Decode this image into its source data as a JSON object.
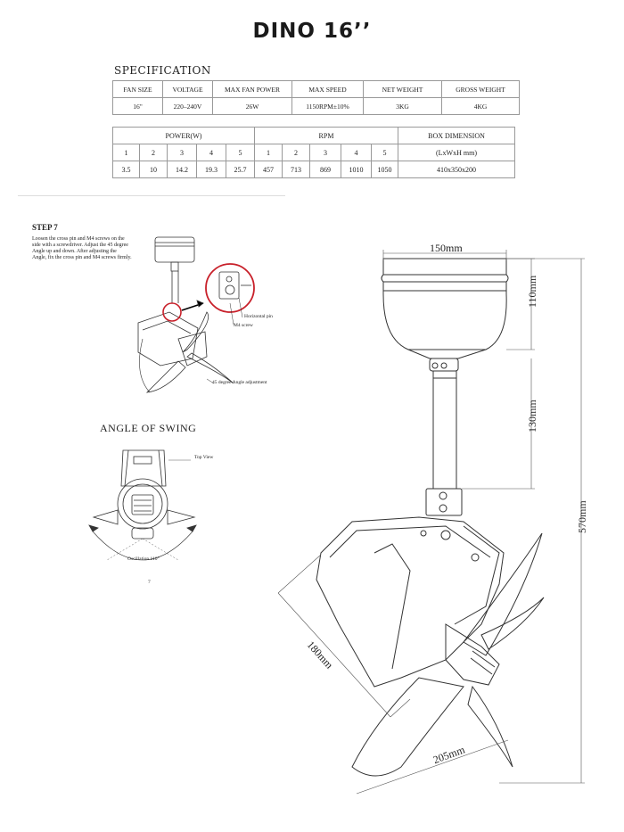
{
  "title": "DINO 16’’",
  "specification": {
    "heading": "SPECIFICATION",
    "headers": [
      "FAN SIZE",
      "VOLTAGE",
      "MAX FAN POWER",
      "MAX SPEED",
      "NET WEIGHT",
      "GROSS WEIGHT"
    ],
    "values": [
      "16\"",
      "220–240V",
      "26W",
      "1150RPM±10%",
      "3KG",
      "4KG"
    ],
    "power_label": "POWER(W)",
    "rpm_label": "RPM",
    "box_label": "BOX DIMENSION",
    "box_unit": "(LxWxH mm)",
    "levels": [
      "1",
      "2",
      "3",
      "4",
      "5",
      "1",
      "2",
      "3",
      "4",
      "5"
    ],
    "power_values": [
      "3.5",
      "10",
      "14.2",
      "19.3",
      "25.7"
    ],
    "rpm_values": [
      "457",
      "713",
      "869",
      "1010",
      "1050"
    ],
    "box_value": "410x350x200"
  },
  "step7": {
    "title": "STEP 7",
    "text": "Loosen the cross pin and M4 screws on the side with a screwdriver. Adjust the 45 degree Angle up and down. After adjusting the Angle, fix the cross pin and M4 screws firmly.",
    "label_pin": "Horizontal pin",
    "label_screw": "M4 screw",
    "label_angle": "45 degree Angle adjustment"
  },
  "swing": {
    "heading": "ANGLE OF SWING",
    "top_view": "Top View",
    "oscillation": "Oscillation 110°",
    "page_no": "7"
  },
  "dimensions": {
    "width_top": "150mm",
    "h_canopy": "110mm",
    "h_rod": "130mm",
    "h_total": "570mm",
    "head_depth": "180mm",
    "blade": "205mm"
  }
}
